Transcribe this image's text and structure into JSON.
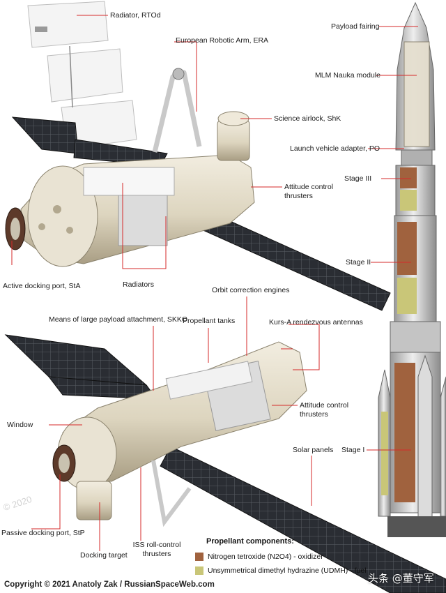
{
  "labels": {
    "radiator_rtod": "Radiator, RTOd",
    "era": "European Robotic Arm, ERA",
    "shk": "Science airlock, ShK",
    "attitude_top": "Attitude control thrusters",
    "active_port": "Active docking port, StA",
    "radiators": "Radiators",
    "payload_fairing": "Payload fairing",
    "mlm": "MLM Nauka module",
    "adapter": "Launch vehicle adapter, PO",
    "stage3": "Stage III",
    "stage2": "Stage II",
    "stage1": "Stage I",
    "skko": "Means of large payload attachment, SKKO",
    "orbit_engines": "Orbit correction engines",
    "prop_tanks": "Propellant tanks",
    "kurs": "Kurs-A rendezvous antennas",
    "attitude_bottom": "Attitude control thrusters",
    "window": "Window",
    "solar": "Solar panels",
    "passive_port": "Passive docking port, StP",
    "docking_target": "Docking target",
    "iss_roll": "ISS roll-control thrusters"
  },
  "legend": {
    "title": "Propellant components:",
    "items": [
      {
        "label": "Nitrogen tetroxide (N2O4) - oxidizer",
        "color": "#a0623e"
      },
      {
        "label": "Unsymmetrical dimethyl hydrazine (UDMH) - fuel",
        "color": "#c9c678"
      }
    ]
  },
  "copyright": "Copyright © 2021 Anatoly Zak / RussianSpaceWeb.com",
  "watermark_small": "© 2020",
  "brand": "头条 @董守军",
  "colors": {
    "leader": "#d62a2a",
    "hull": "#e6dfcb",
    "hull_shade": "#b7ad93",
    "solar": "#2a2d33",
    "oxidizer": "#a0623e",
    "fuel": "#c9c678",
    "rocket_body": "#d8d8d8"
  }
}
